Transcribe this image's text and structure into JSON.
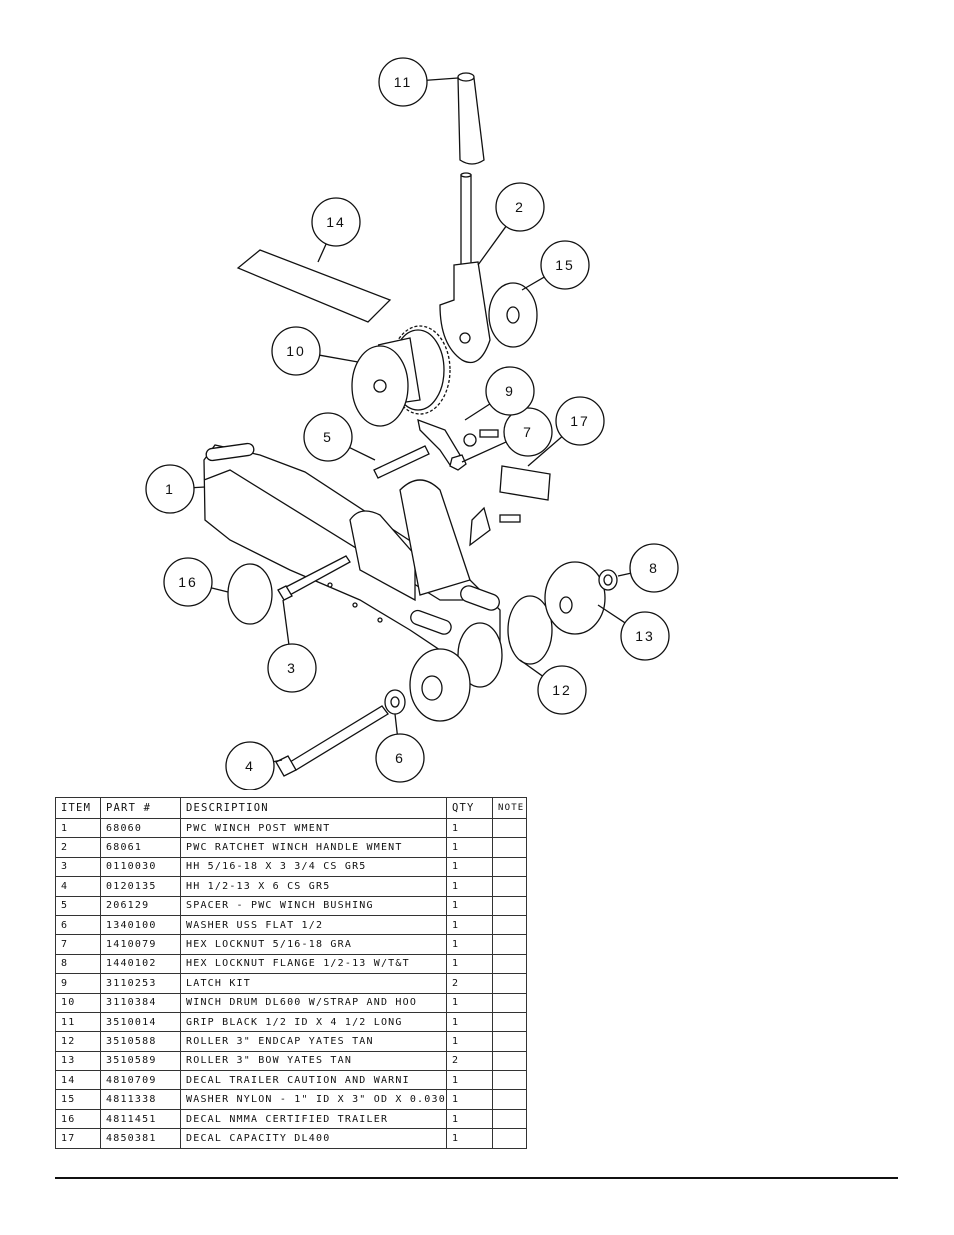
{
  "balloons": [
    "1",
    "2",
    "3",
    "4",
    "5",
    "6",
    "7",
    "8",
    "9",
    "10",
    "11",
    "12",
    "13",
    "14",
    "15",
    "16",
    "17"
  ],
  "table": {
    "headers": [
      "ITEM",
      "PART #",
      "DESCRIPTION",
      "QTY",
      "NOTE"
    ],
    "rows": [
      [
        "1",
        "68060",
        "PWC WINCH POST WMENT",
        "1",
        ""
      ],
      [
        "2",
        "68061",
        "PWC RATCHET WINCH HANDLE WMENT",
        "1",
        ""
      ],
      [
        "3",
        "0110030",
        "HH 5/16-18 X 3 3/4 CS GR5",
        "1",
        ""
      ],
      [
        "4",
        "0120135",
        "HH 1/2-13 X 6 CS GR5",
        "1",
        ""
      ],
      [
        "5",
        "206129",
        "SPACER - PWC WINCH BUSHING",
        "1",
        ""
      ],
      [
        "6",
        "1340100",
        "WASHER USS FLAT 1/2",
        "1",
        ""
      ],
      [
        "7",
        "1410079",
        "HEX LOCKNUT 5/16-18 GRA",
        "1",
        ""
      ],
      [
        "8",
        "1440102",
        "HEX LOCKNUT FLANGE 1/2-13 W/T&T",
        "1",
        ""
      ],
      [
        "9",
        "3110253",
        "LATCH KIT",
        "2",
        ""
      ],
      [
        "10",
        "3110384",
        "WINCH DRUM DL600 W/STRAP AND HOO",
        "1",
        ""
      ],
      [
        "11",
        "3510014",
        "GRIP BLACK 1/2 ID X 4 1/2 LONG",
        "1",
        ""
      ],
      [
        "12",
        "3510588",
        "ROLLER 3\" ENDCAP YATES TAN",
        "1",
        ""
      ],
      [
        "13",
        "3510589",
        "ROLLER 3\" BOW YATES TAN",
        "2",
        ""
      ],
      [
        "14",
        "4810709",
        "DECAL TRAILER CAUTION AND WARNI",
        "1",
        ""
      ],
      [
        "15",
        "4811338",
        "WASHER NYLON - 1\" ID X 3\" OD X 0.030",
        "1",
        ""
      ],
      [
        "16",
        "4811451",
        " DECAL NMMA CERTIFIED TRAILER",
        "1",
        ""
      ],
      [
        "17",
        "4850381",
        "DECAL CAPACITY DL400",
        "1",
        ""
      ]
    ]
  }
}
